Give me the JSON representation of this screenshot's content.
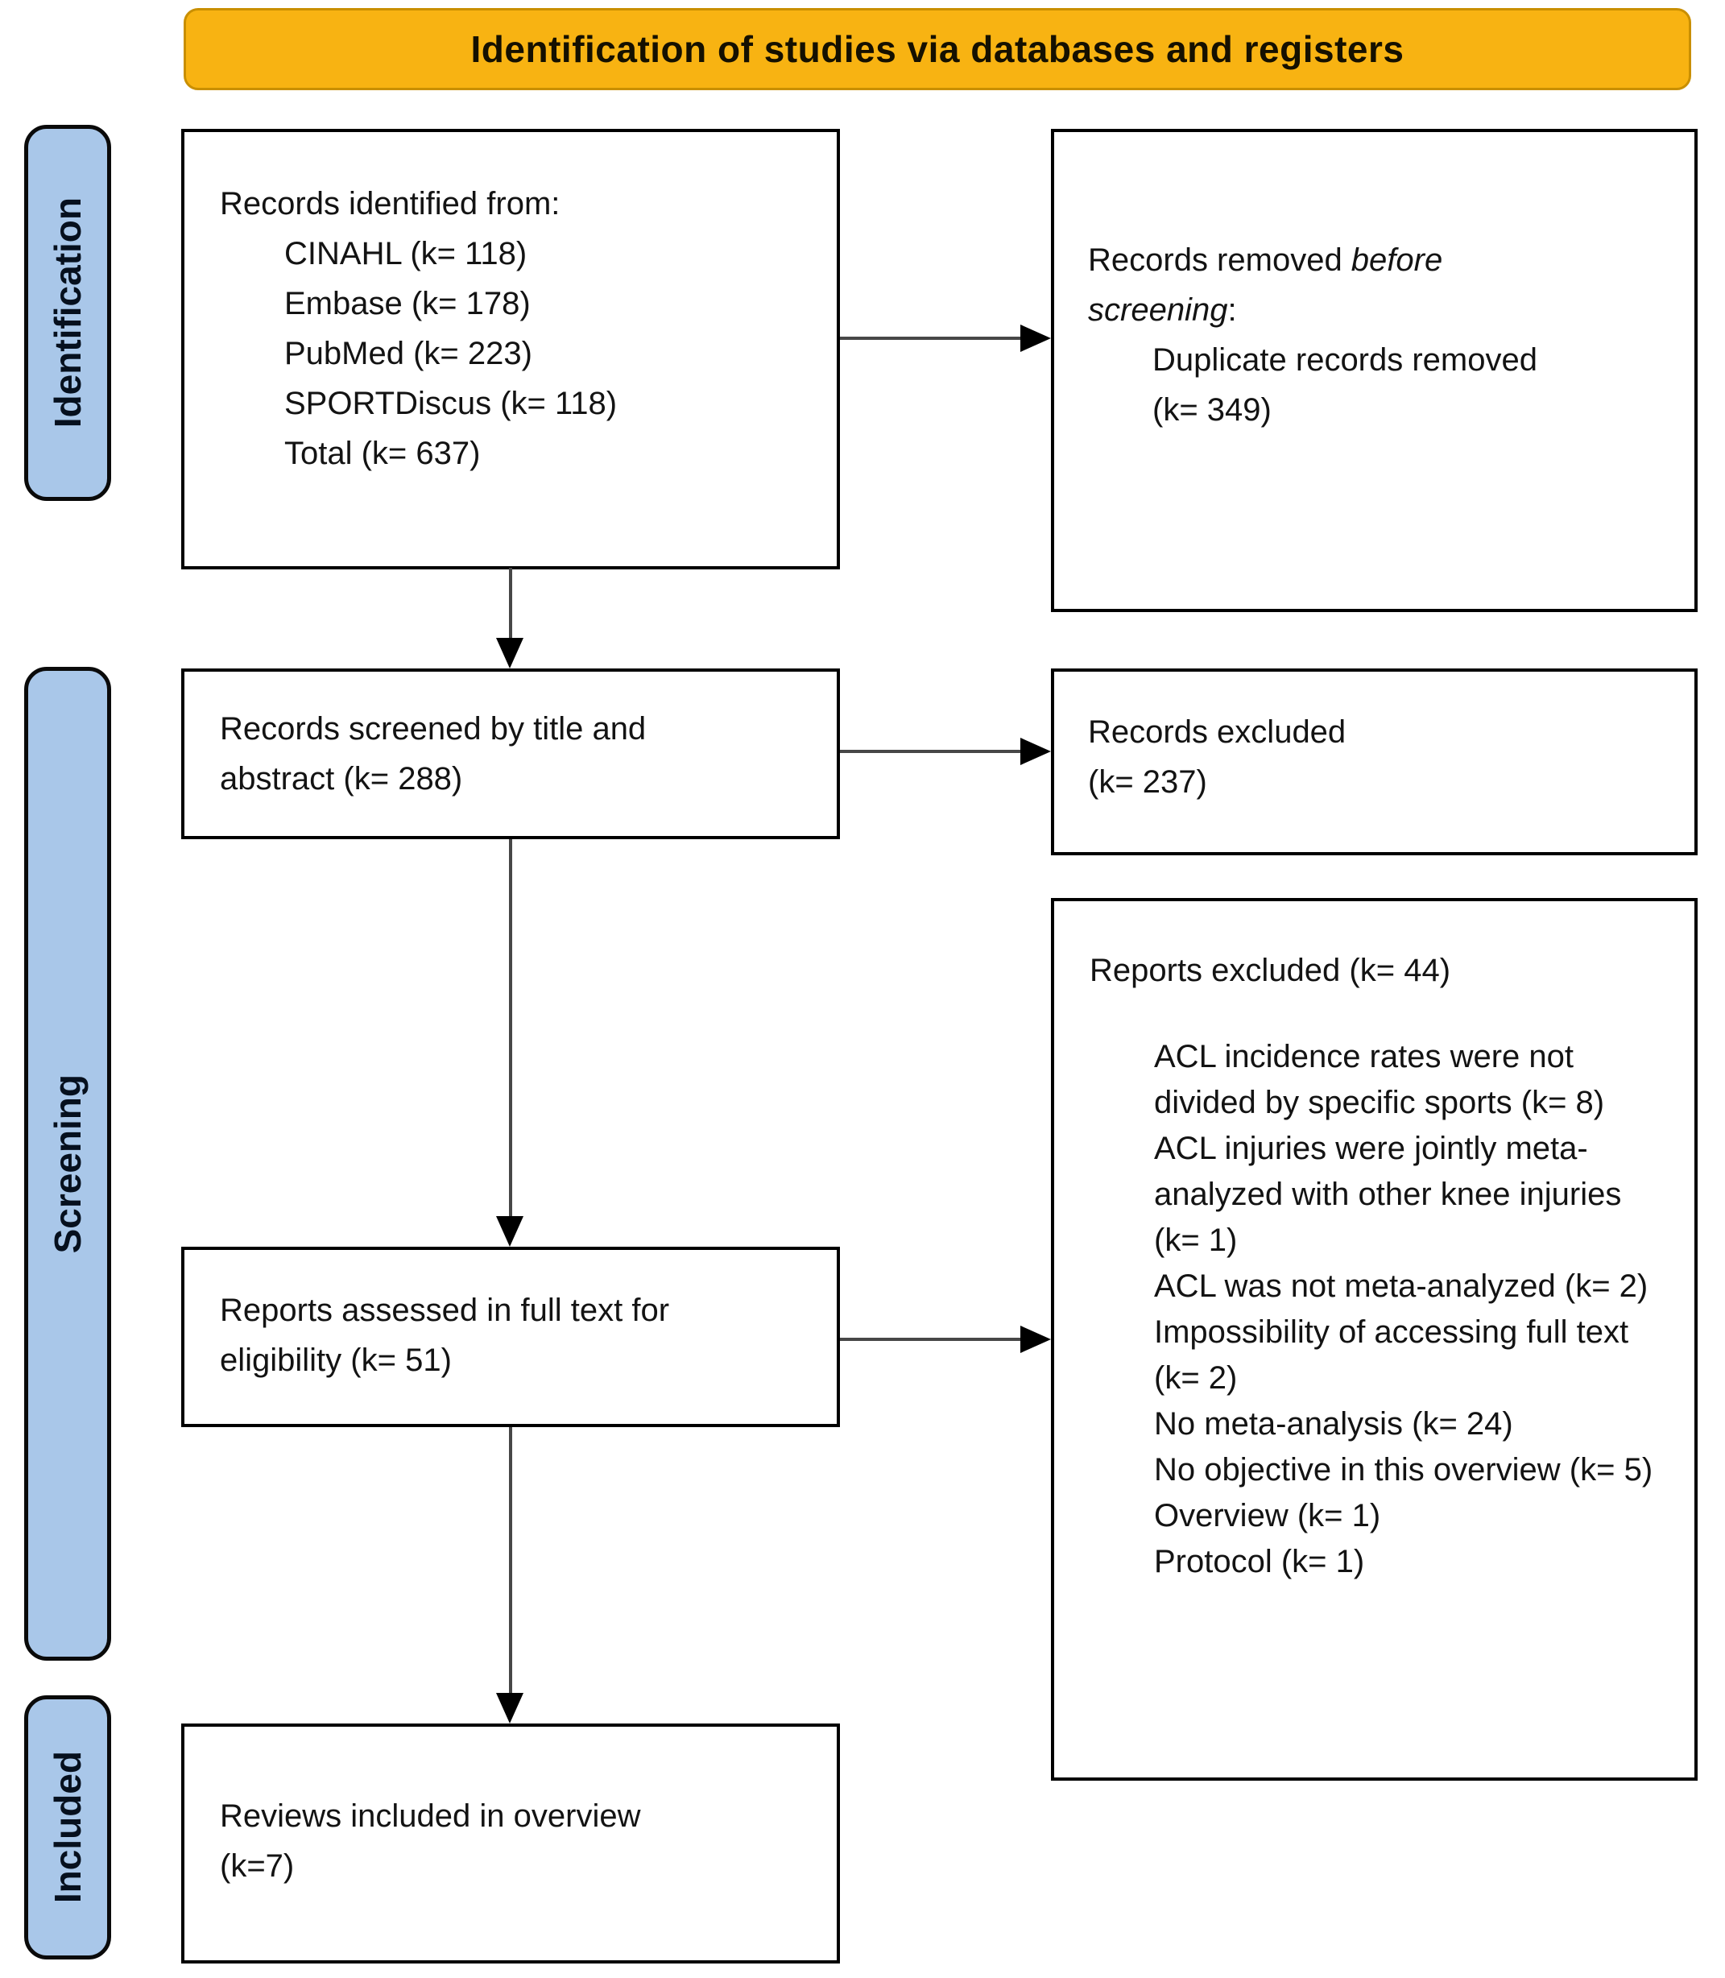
{
  "banner": {
    "title": "Identification of studies via databases and registers"
  },
  "stages": {
    "identification": "Identification",
    "screening": "Screening",
    "included": "Included"
  },
  "boxes": {
    "records_identified": {
      "intro": "Records identified from:",
      "items": [
        "CINAHL (k= 118)",
        "Embase (k= 178)",
        "PubMed (k= 223)",
        "SPORTDiscus (k= 118)",
        "Total (k= 637)"
      ]
    },
    "records_removed": {
      "prefix": "Records removed ",
      "emphasis": "before screening",
      "suffix": ":",
      "items": [
        "Duplicate records removed (k= 349)"
      ]
    },
    "records_screened": {
      "line1": "Records screened by title and",
      "line2": "abstract (k= 288)"
    },
    "records_excluded": {
      "line1": "Records excluded",
      "line2": "(k= 237)"
    },
    "reports_assessed": {
      "line1": "Reports assessed in full text for",
      "line2": "eligibility (k= 51)"
    },
    "reports_excluded": {
      "title": "Reports excluded (k= 44)",
      "items": [
        "ACL incidence rates were not divided by specific sports (k= 8)",
        "ACL injuries were jointly meta-analyzed with other knee injuries (k= 1)",
        "ACL was not meta-analyzed (k= 2)",
        "Impossibility of accessing full text (k= 2)",
        "No meta-analysis (k= 24)",
        "No objective in this overview (k= 5)",
        "Overview (k= 1)",
        "Protocol (k= 1)"
      ]
    },
    "reviews_included": {
      "line1": "Reviews included in overview",
      "line2": "(k=7)"
    }
  },
  "colors": {
    "banner_fill": "#F8B312",
    "banner_border": "#C98F00",
    "stage_fill": "#A9C7E9",
    "line": "#474747",
    "border": "#000000"
  }
}
